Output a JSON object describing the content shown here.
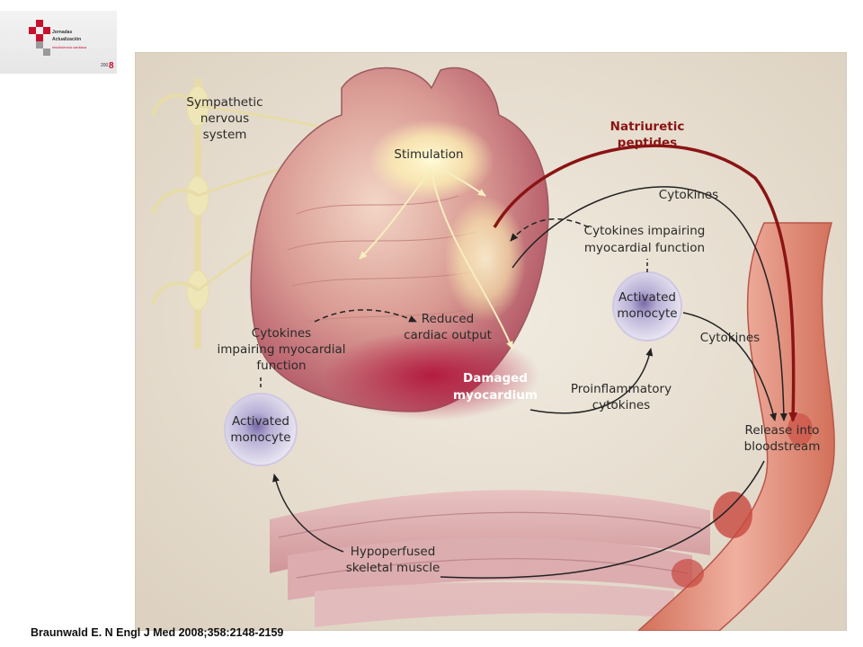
{
  "logo": {
    "line1": "Jornadas",
    "line2": "Actualización",
    "line3": "insuficiencia cardiaca",
    "year_a": "200",
    "year_b": "8",
    "accent": "#c8102e"
  },
  "labels": {
    "sympathetic": [
      "Sympathetic",
      "nervous",
      "system"
    ],
    "stimulation": "Stimulation",
    "natriuretic": [
      "Natriuretic",
      "peptides"
    ],
    "cytokines_top": "Cytokines",
    "cytokines_impairing_right": [
      "Cytokines impairing",
      "myocardial function"
    ],
    "activated_right": [
      "Activated",
      "monocyte"
    ],
    "cytokines_mid": "Cytokines",
    "cytokines_impairing_left": [
      "Cytokines",
      "impairing myocardial",
      "function"
    ],
    "reduced_output": [
      "Reduced",
      "cardiac output"
    ],
    "damaged": [
      "Damaged",
      "myocardium"
    ],
    "proinflammatory": [
      "Proinflammatory",
      "cytokines"
    ],
    "activated_left": [
      "Activated",
      "monocyte"
    ],
    "release": [
      "Release into",
      "bloodstream"
    ],
    "hypoperfused": [
      "Hypoperfused",
      "skeletal muscle"
    ]
  },
  "citation": "Braunwald E. N Engl J Med 2008;358:2148-2159",
  "colors": {
    "background": "#e9e1d3",
    "label_text": "#2a2a2a",
    "natriuretic_red": "#8b1414",
    "damaged_text": "#ffffff",
    "arrow": "#222222"
  }
}
